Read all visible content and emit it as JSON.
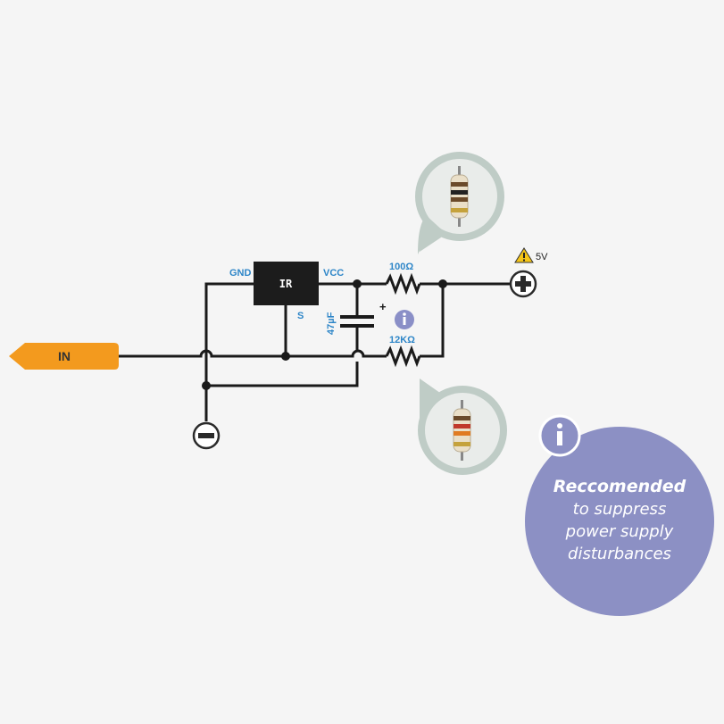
{
  "input": {
    "label": "IN"
  },
  "chip": {
    "label": "IR",
    "pins": {
      "gnd": "GND",
      "vcc": "VCC",
      "s": "S"
    }
  },
  "capacitor": {
    "value": "47µF",
    "polarity": "+"
  },
  "resistors": {
    "top": "100Ω",
    "bottom": "12KΩ"
  },
  "supply": {
    "voltage": "5V"
  },
  "note": {
    "title": "Reccomended",
    "lines": [
      "to suppress",
      "power supply",
      "disturbances"
    ]
  },
  "colors": {
    "wire": "#1a1a1a",
    "accent_blue": "#2e86c8",
    "input_orange": "#f39a1e",
    "info_purple": "#8a8fc7",
    "note_bubble": "#8c90c4",
    "zoom_bubble": "#a8bcb5"
  }
}
